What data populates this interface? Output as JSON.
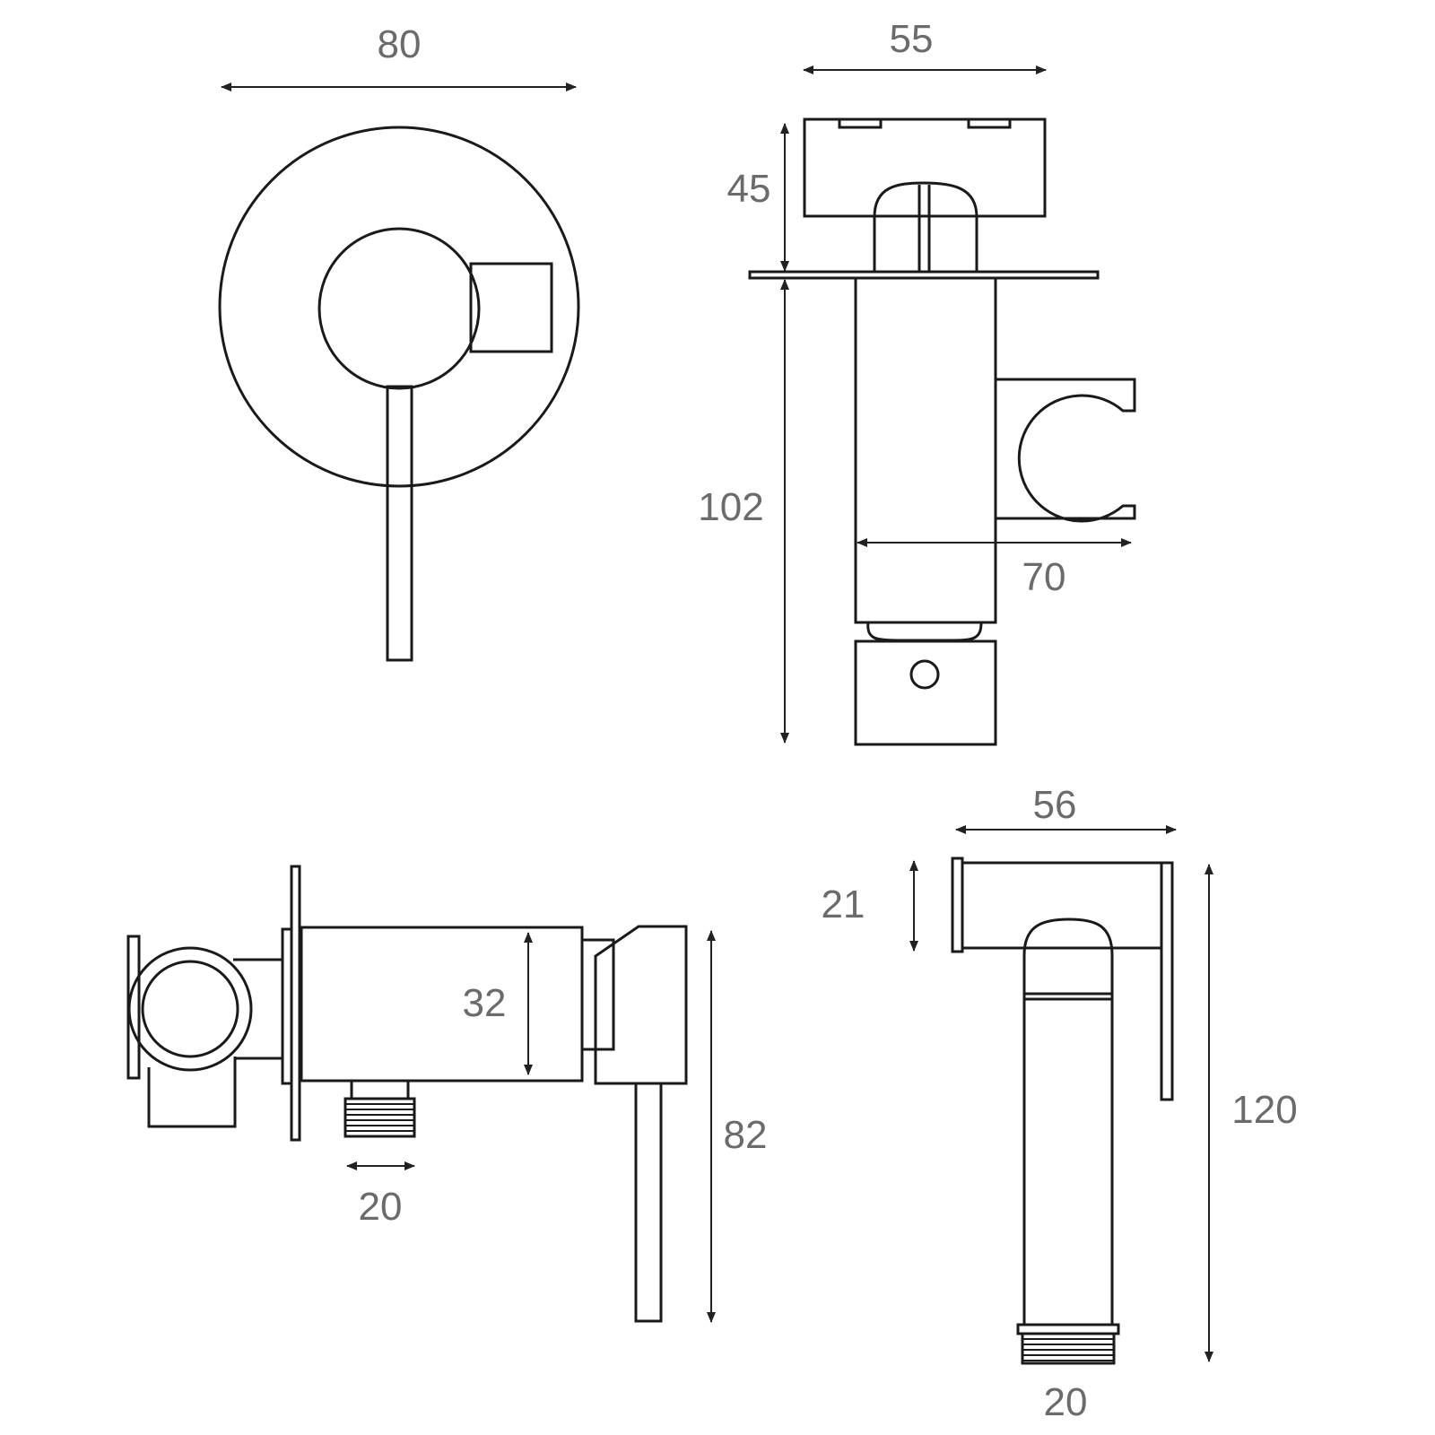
{
  "colors": {
    "background": "#ffffff",
    "line": "#1a1a1a",
    "dimension_text": "#6b6b6b"
  },
  "views": {
    "front": {
      "dim_width": "80"
    },
    "side_top": {
      "dim_width": "55",
      "dim_head_height": "45",
      "dim_body_height": "102",
      "dim_holder_reach": "70"
    },
    "valve": {
      "dim_body_height": "32",
      "dim_outlet": "20",
      "dim_total_height": "82"
    },
    "spray": {
      "dim_head_width": "56",
      "dim_head_height": "21",
      "dim_total_length": "120",
      "dim_thread": "20"
    }
  }
}
